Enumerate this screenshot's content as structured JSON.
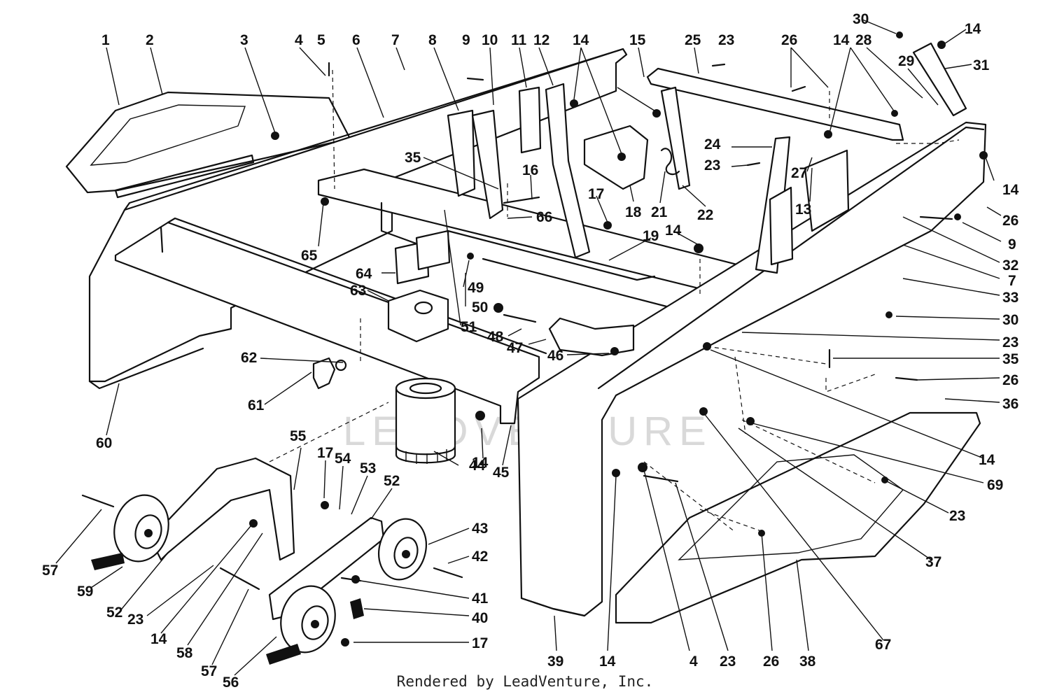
{
  "diagram": {
    "watermark": "LEADVENTURE",
    "credit": "Rendered by LeadVenture, Inc.",
    "callouts": [
      "1",
      "2",
      "3",
      "4",
      "5",
      "6",
      "7",
      "8",
      "9",
      "10",
      "11",
      "12",
      "14",
      "15",
      "25",
      "23",
      "26",
      "14",
      "28",
      "30",
      "14",
      "29",
      "31",
      "35",
      "16",
      "66",
      "17",
      "18",
      "21",
      "22",
      "24",
      "23",
      "27",
      "13",
      "14",
      "26",
      "9",
      "32",
      "7",
      "33",
      "30",
      "23",
      "35",
      "26",
      "36",
      "14",
      "69",
      "23",
      "37",
      "67",
      "38",
      "26",
      "23",
      "4",
      "14",
      "39",
      "65",
      "64",
      "63",
      "49",
      "50",
      "51",
      "48",
      "47",
      "46",
      "19",
      "14",
      "62",
      "61",
      "60",
      "55",
      "17",
      "54",
      "53",
      "52",
      "43",
      "42",
      "41",
      "40",
      "17",
      "44",
      "45",
      "14",
      "57",
      "59",
      "52",
      "23",
      "14",
      "58",
      "57",
      "56"
    ]
  }
}
